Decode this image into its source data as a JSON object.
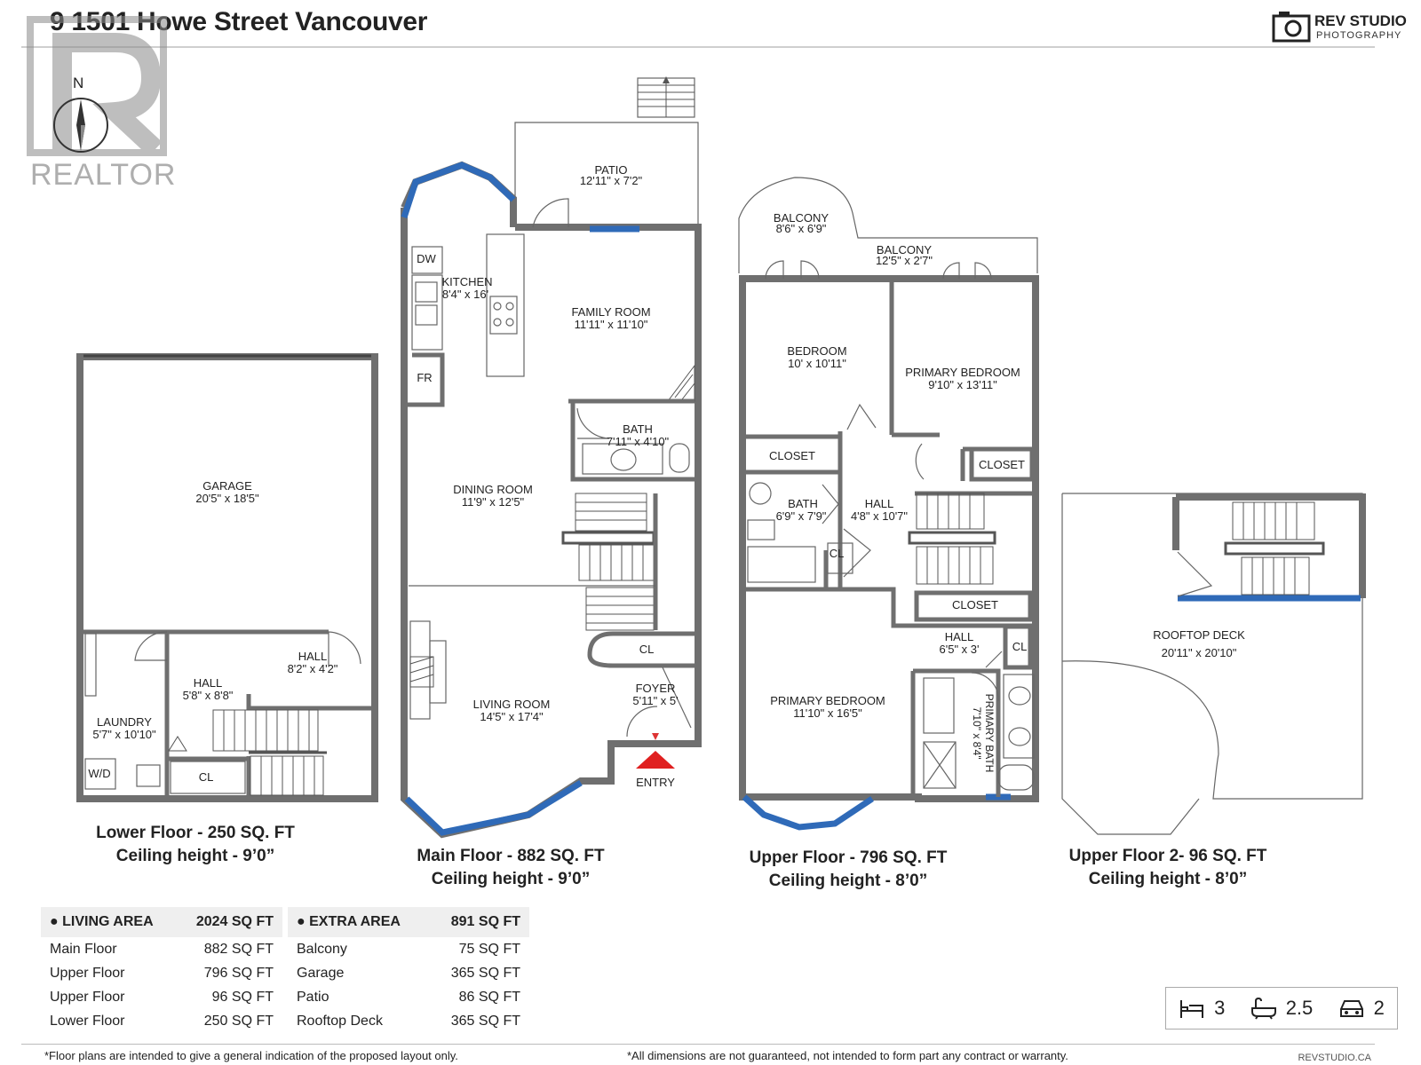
{
  "header": {
    "title": "9 1501 Howe Street Vancouver",
    "brand_name": "REV STUDIO",
    "brand_sub": "PHOTOGRAPHY",
    "watermark": "REALTOR"
  },
  "compass": {
    "label": "N"
  },
  "rooms": {
    "garage": {
      "name": "GARAGE",
      "dim": "20'5\" x 18'5\""
    },
    "laundry": {
      "name": "LAUNDRY",
      "dim": "5'7\" x 10'10\""
    },
    "lower_hall1": {
      "name": "HALL",
      "dim": "5'8\" x 8'8\""
    },
    "lower_hall2": {
      "name": "HALL",
      "dim": "8'2\" x 4'2\""
    },
    "lower_cl": {
      "name": "CL"
    },
    "wd": {
      "name": "W/D"
    },
    "patio": {
      "name": "PATIO",
      "dim": "12'11\" x 7'2\""
    },
    "kitchen": {
      "name": "KITCHEN",
      "dim": "8'4\" x 16'"
    },
    "dw": {
      "name": "DW"
    },
    "fr": {
      "name": "FR"
    },
    "family": {
      "name": "FAMILY ROOM",
      "dim": "11'11\" x 11'10\""
    },
    "main_bath": {
      "name": "BATH",
      "dim": "7'11\" x 4'10\""
    },
    "dining": {
      "name": "DINING ROOM",
      "dim": "11'9\" x 12'5\""
    },
    "living": {
      "name": "LIVING ROOM",
      "dim": "14'5\" x 17'4\""
    },
    "main_cl": {
      "name": "CL"
    },
    "foyer": {
      "name": "FOYER",
      "dim": "5'11\" x 5'"
    },
    "entry": {
      "name": "ENTRY"
    },
    "balcony1": {
      "name": "BALCONY",
      "dim": "8'6\" x 6'9\""
    },
    "balcony2": {
      "name": "BALCONY",
      "dim": "12'5\" x 2'7\""
    },
    "bedroom": {
      "name": "BEDROOM",
      "dim": "10' x 10'11\""
    },
    "primary1": {
      "name": "PRIMARY BEDROOM",
      "dim": "9'10\" x 13'11\""
    },
    "closet1": {
      "name": "CLOSET"
    },
    "closet2": {
      "name": "CLOSET"
    },
    "closet3": {
      "name": "CLOSET"
    },
    "up_bath": {
      "name": "BATH",
      "dim": "6'9\" x 7'9\""
    },
    "up_hall": {
      "name": "HALL",
      "dim": "4'8\" x 10'7\""
    },
    "up_cl": {
      "name": "CL"
    },
    "up_hall2": {
      "name": "HALL",
      "dim": "6'5\" x 3'"
    },
    "up_cl2": {
      "name": "CL"
    },
    "primary2": {
      "name": "PRIMARY BEDROOM",
      "dim": "11'10\" x 16'5\""
    },
    "primary_bath": {
      "name": "PRIMARY BATH",
      "dim": "7'10\" x 8'4\""
    },
    "rooftop": {
      "name": "ROOFTOP DECK",
      "dim": "20'11\" x 20'10\""
    }
  },
  "captions": {
    "lower": {
      "line1": "Lower Floor - 250 SQ. FT",
      "line2": "Ceiling height - 9’0”"
    },
    "main": {
      "line1": "Main Floor - 882 SQ. FT",
      "line2": "Ceiling height - 9’0”"
    },
    "upper": {
      "line1": "Upper Floor - 796 SQ. FT",
      "line2": "Ceiling height - 8’0”"
    },
    "upper2": {
      "line1": "Upper Floor  2- 96 SQ. FT",
      "line2": "Ceiling height - 8’0”"
    }
  },
  "living_area": {
    "title": "LIVING AREA",
    "total": "2024 SQ FT",
    "rows": [
      {
        "label": "Main Floor",
        "value": "882 SQ FT"
      },
      {
        "label": "Upper Floor",
        "value": "796 SQ FT"
      },
      {
        "label": "Upper Floor",
        "value": "96 SQ FT"
      },
      {
        "label": "Lower Floor",
        "value": "250 SQ FT"
      }
    ]
  },
  "extra_area": {
    "title": "EXTRA AREA",
    "total": "891 SQ FT",
    "rows": [
      {
        "label": "Balcony",
        "value": "75 SQ FT"
      },
      {
        "label": "Garage",
        "value": "365 SQ FT"
      },
      {
        "label": "Patio",
        "value": "86 SQ FT"
      },
      {
        "label": "Rooftop Deck",
        "value": "365 SQ FT"
      }
    ]
  },
  "stats": {
    "beds": "3",
    "baths": "2.5",
    "parking": "2"
  },
  "footer": {
    "left": "*Floor plans are intended to give a general indication of the proposed layout only.",
    "right": "*All dimensions are not guaranteed, not intended to form part any contract or warranty.",
    "site": "REVSTUDIO.CA"
  },
  "colors": {
    "wall": "#6f6f6f",
    "window": "#2f6ab8",
    "entry": "#e02020"
  }
}
